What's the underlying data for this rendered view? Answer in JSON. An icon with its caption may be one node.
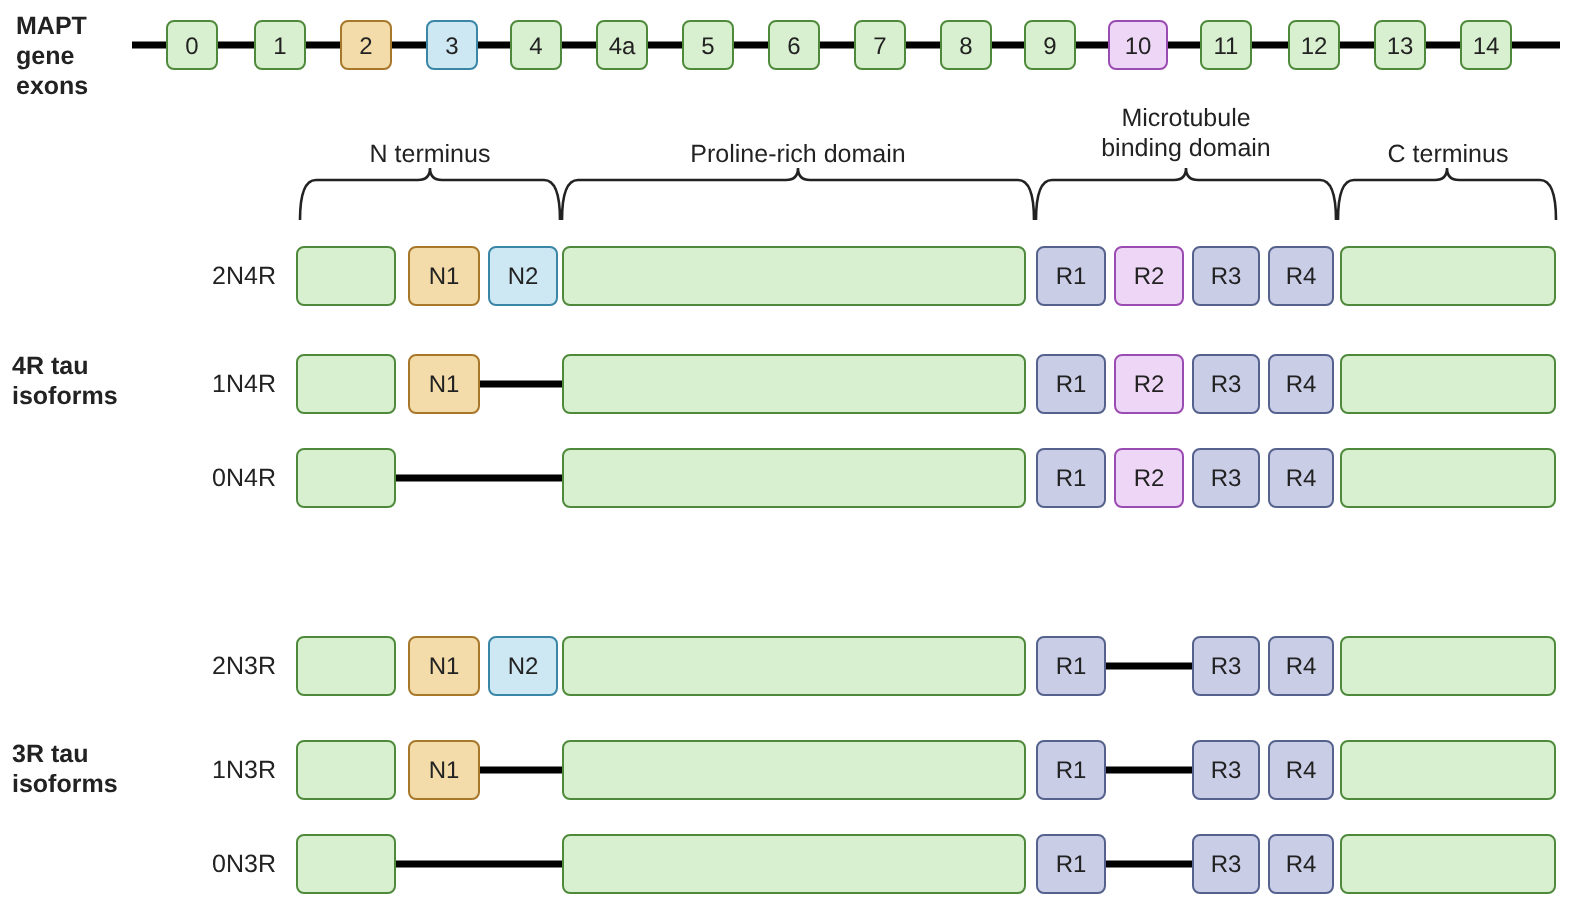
{
  "diagram": {
    "nodes": [
      {
        "text": [
          "0"
        ]
      },
      {
        "text": [
          "1"
        ]
      },
      {
        "text": [
          "2"
        ]
      },
      {
        "text": [
          "3"
        ]
      },
      {
        "text": [
          "4"
        ]
      },
      {
        "text": [
          "4a"
        ]
      },
      {
        "text": [
          "5"
        ]
      },
      {
        "text": [
          "6"
        ]
      },
      {
        "text": [
          "7"
        ]
      },
      {
        "text": [
          "8"
        ]
      },
      {
        "text": [
          "9"
        ]
      },
      {
        "text": [
          "10"
        ]
      },
      {
        "text": [
          "11"
        ]
      },
      {
        "text": [
          "12"
        ]
      },
      {
        "text": [
          "13"
        ]
      },
      {
        "text": [
          "14"
        ]
      },
      {
        "text": [],
        "shape": "box"
      },
      {
        "text": [
          "N1"
        ]
      },
      {
        "text": [
          "N2"
        ]
      },
      {
        "text": [],
        "shape": "box"
      },
      {
        "text": [
          "R1"
        ]
      },
      {
        "text": [
          "R2"
        ]
      },
      {
        "text": [
          "R3"
        ]
      },
      {
        "text": [
          "R4"
        ]
      },
      {
        "text": [],
        "shape": "box"
      },
      {
        "text": [],
        "shape": "box"
      },
      {
        "text": [
          "N1"
        ]
      },
      {
        "text": [],
        "shape": "box"
      },
      {
        "text": [
          "R1"
        ]
      },
      {
        "text": [
          "R2"
        ]
      },
      {
        "text": [
          "R3"
        ]
      },
      {
        "text": [
          "R4"
        ]
      },
      {
        "text": [],
        "shape": "box"
      },
      {
        "text": [],
        "shape": "box"
      },
      {
        "text": [],
        "shape": "box"
      },
      {
        "text": [
          "R1"
        ]
      },
      {
        "text": [
          "R2"
        ]
      },
      {
        "text": [
          "R3"
        ]
      },
      {
        "text": [
          "R4"
        ]
      },
      {
        "text": [],
        "shape": "box"
      },
      {
        "text": [],
        "shape": "box"
      },
      {
        "text": [
          "N1"
        ]
      },
      {
        "text": [
          "N2"
        ]
      },
      {
        "text": [],
        "shape": "box"
      },
      {
        "text": [
          "R1"
        ]
      },
      {
        "text": [
          "R3"
        ]
      },
      {
        "text": [
          "R4"
        ]
      },
      {
        "text": [],
        "shape": "box"
      },
      {
        "text": [],
        "shape": "box"
      },
      {
        "text": [
          "N1"
        ]
      },
      {
        "text": [],
        "shape": "box"
      },
      {
        "text": [
          "R1"
        ]
      },
      {
        "text": [
          "R3"
        ]
      },
      {
        "text": [
          "R4"
        ]
      },
      {
        "text": [],
        "shape": "box"
      },
      {
        "text": [],
        "shape": "box"
      },
      {
        "text": [],
        "shape": "box"
      },
      {
        "text": [
          "R1"
        ]
      },
      {
        "text": [
          "R3"
        ]
      },
      {
        "text": [
          "R4"
        ]
      },
      {
        "text": [],
        "shape": "box"
      }
    ],
    "edges": [
      {
        "from": 0,
        "to": 1,
        "arrow": "none"
      },
      {
        "from": 1,
        "to": 2,
        "arrow": "none"
      },
      {
        "from": 2,
        "to": 3,
        "arrow": "none"
      },
      {
        "from": 3,
        "to": 4,
        "arrow": "none"
      },
      {
        "from": 4,
        "to": 5,
        "arrow": "none"
      },
      {
        "from": 5,
        "to": 6,
        "arrow": "none"
      },
      {
        "from": 6,
        "to": 7,
        "arrow": "none"
      },
      {
        "from": 7,
        "to": 8,
        "arrow": "none"
      },
      {
        "from": 8,
        "to": 9,
        "arrow": "none"
      },
      {
        "from": 9,
        "to": 10,
        "arrow": "none"
      },
      {
        "from": 10,
        "to": 11,
        "arrow": "none"
      },
      {
        "from": 11,
        "to": 12,
        "arrow": "none"
      },
      {
        "from": 12,
        "to": 13,
        "arrow": "none"
      },
      {
        "from": 13,
        "to": 14,
        "arrow": "none"
      },
      {
        "from": 14,
        "to": 15,
        "arrow": "none"
      },
      {
        "from": 26,
        "to": 27,
        "arrow": "none"
      },
      {
        "from": 33,
        "to": 34,
        "arrow": "none"
      },
      {
        "from": 44,
        "to": 45,
        "arrow": "none"
      },
      {
        "from": 49,
        "to": 50,
        "arrow": "none"
      },
      {
        "from": 51,
        "to": 52,
        "arrow": "none"
      },
      {
        "from": 55,
        "to": 56,
        "arrow": "none"
      },
      {
        "from": 57,
        "to": 58,
        "arrow": "none"
      }
    ],
    "labels": [
      "MAPT gene exons",
      "N terminus",
      "Proline-rich domain",
      "Microtubule binding domain",
      "C terminus",
      "2N4R",
      "1N4R",
      "4R tau isoforms",
      "0N4R",
      "2N3R",
      "1N3R",
      "3R tau isoforms",
      "0N3R"
    ]
  }
}
